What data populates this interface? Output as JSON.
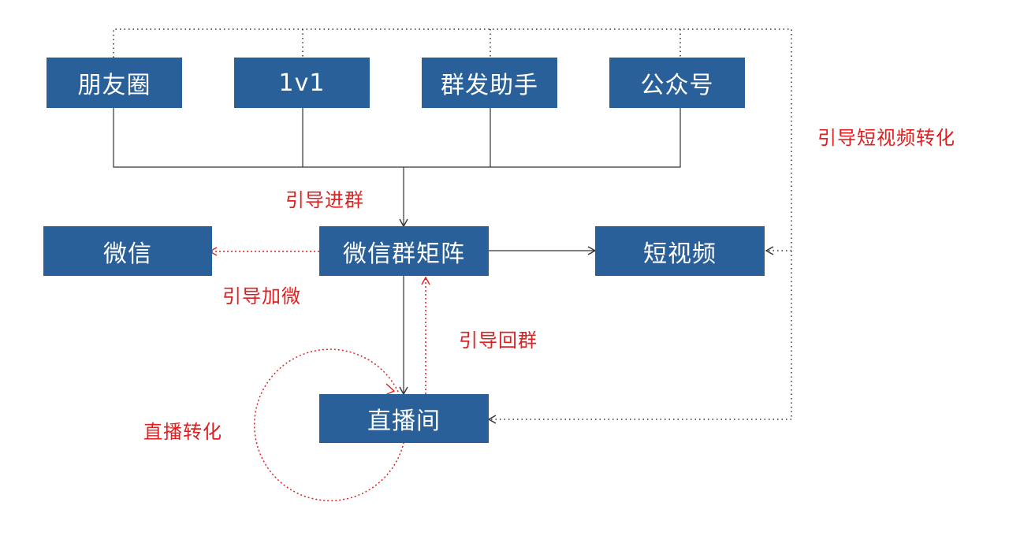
{
  "colors": {
    "node_fill": "#2a6099",
    "node_text": "#ffffff",
    "line": "#333333",
    "accent": "#e02020"
  },
  "nodes": {
    "pengyouquan": "朋友圈",
    "one_on_one": "1v1",
    "qunfa": "群发助手",
    "gongzhonghao": "公众号",
    "weixin": "微信",
    "group_matrix": "微信群矩阵",
    "short_video": "短视频",
    "live_room": "直播间"
  },
  "labels": {
    "guide_join_group": "引导进群",
    "guide_add_wechat": "引导加微",
    "guide_back_group": "引导回群",
    "guide_short_video": "引导短视频转化",
    "live_conversion": "直播转化"
  },
  "icons": {
    "arrow_head": "arrowhead-icon"
  }
}
